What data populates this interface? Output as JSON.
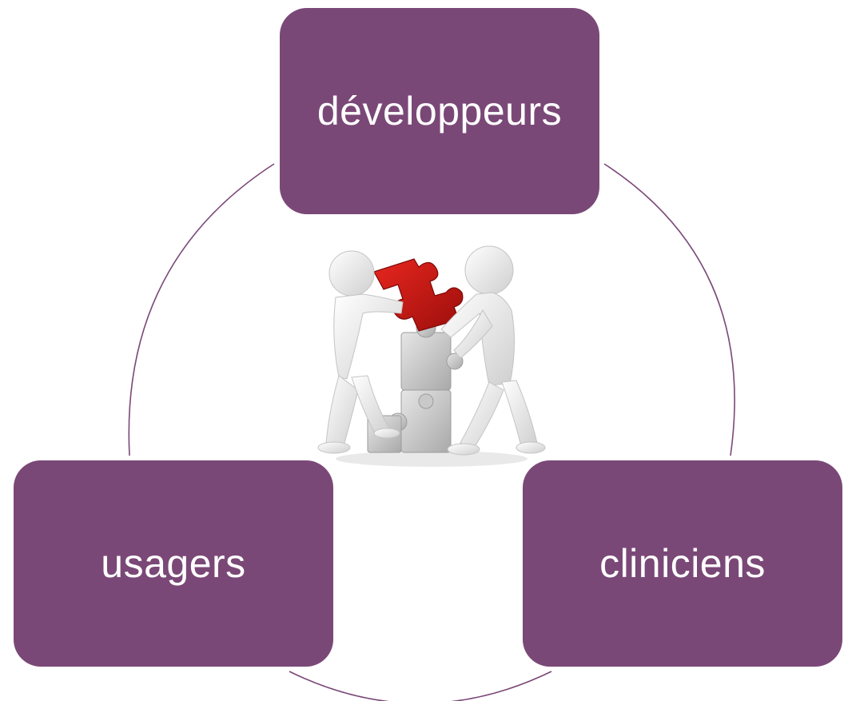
{
  "diagram": {
    "accent_color": "#7a4877",
    "ring_color": "#7a4877",
    "nodes": [
      {
        "id": "top",
        "label": "développeurs"
      },
      {
        "id": "left",
        "label": "usagers"
      },
      {
        "id": "right",
        "label": "cliniciens"
      }
    ],
    "center_image": {
      "icon": "two-figures-assembling-puzzle-icon"
    }
  }
}
